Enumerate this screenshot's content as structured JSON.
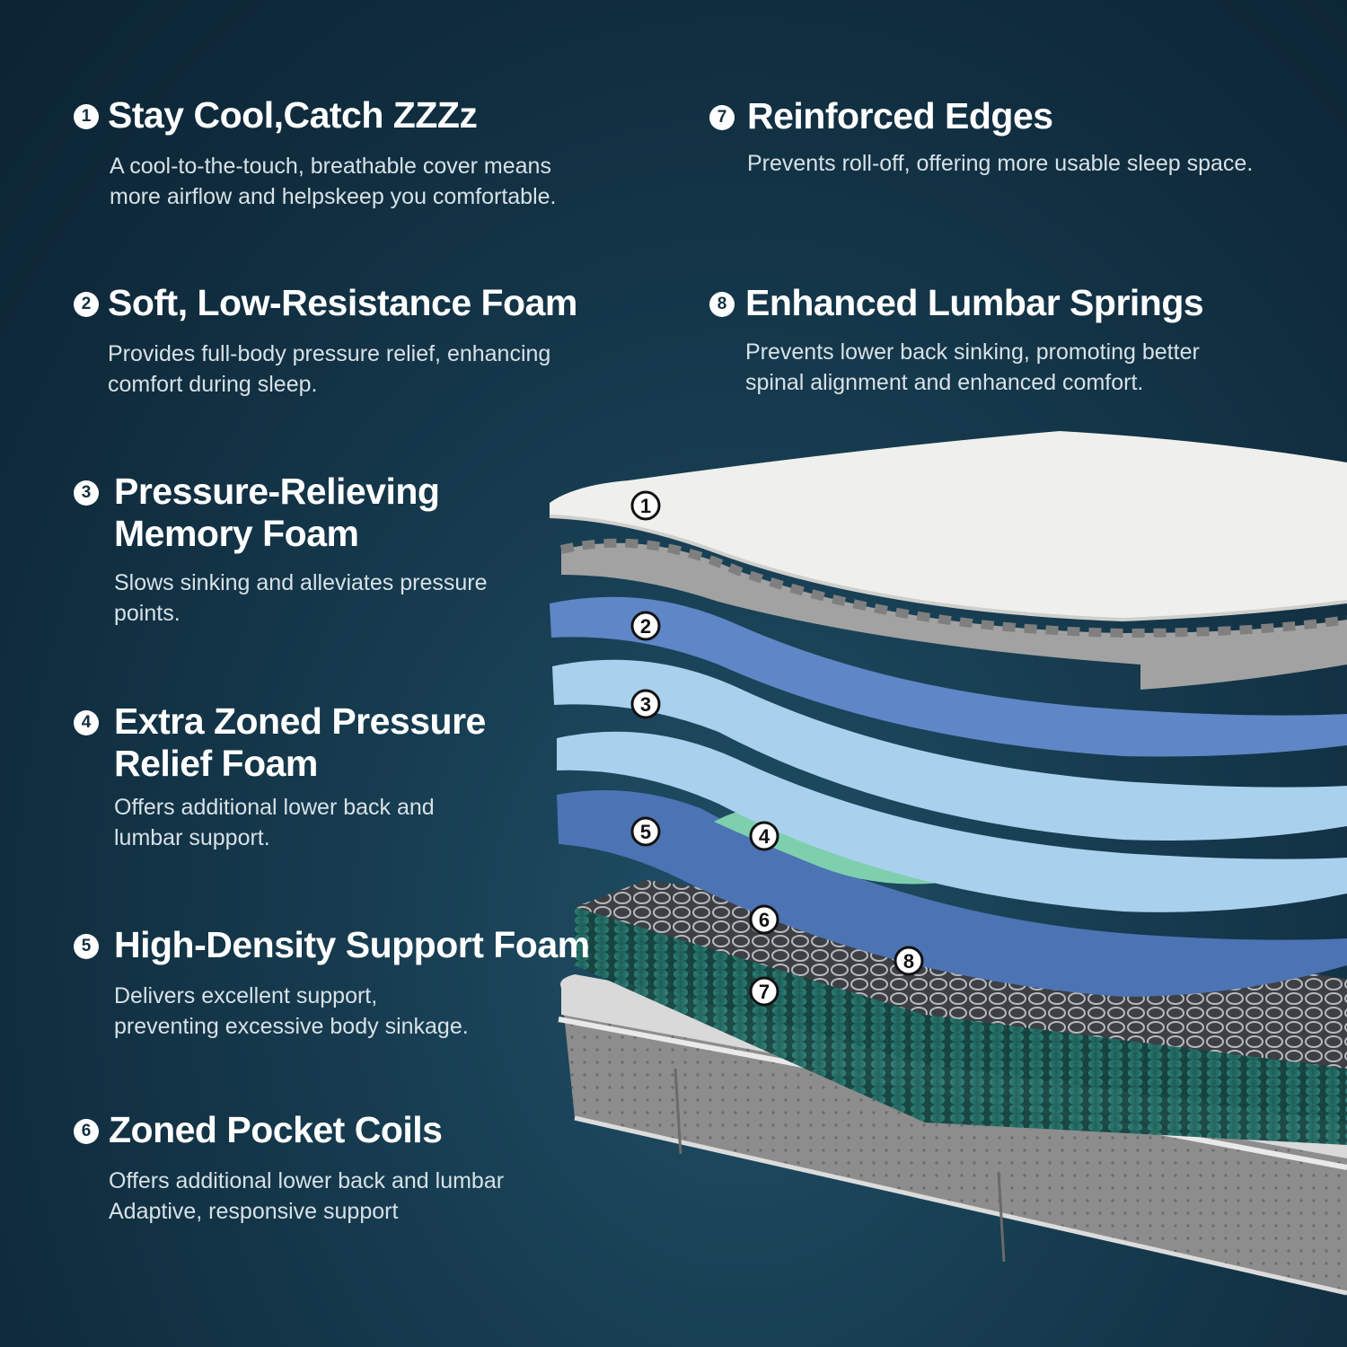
{
  "features": [
    {
      "num": "1",
      "title": "Stay Cool,Catch ZZZz",
      "desc_lines": [
        "A cool-to-the-touch, breathable cover means",
        "more airflow and helpskeep you comfortable."
      ]
    },
    {
      "num": "2",
      "title": "Soft, Low-Resistance Foam",
      "desc_lines": [
        "Provides full-body pressure relief, enhancing",
        "comfort during sleep."
      ]
    },
    {
      "num": "3",
      "title_lines": [
        "Pressure-Relieving",
        "Memory Foam"
      ],
      "desc_lines": [
        "Slows sinking and alleviates pressure",
        "points."
      ]
    },
    {
      "num": "4",
      "title_lines": [
        "Extra Zoned Pressure",
        "Relief Foam"
      ],
      "desc_lines": [
        "Offers additional lower back and",
        "lumbar support."
      ]
    },
    {
      "num": "5",
      "title": "High-Density Support Foam",
      "desc_lines": [
        "Delivers excellent support,",
        "preventing excessive body sinkage."
      ]
    },
    {
      "num": "6",
      "title": "Zoned Pocket Coils",
      "desc_lines": [
        "Offers additional lower back and lumbar",
        "Adaptive, responsive support"
      ]
    },
    {
      "num": "7",
      "title": "Reinforced Edges",
      "desc_lines": [
        "Prevents roll-off, offering more usable sleep space."
      ]
    },
    {
      "num": "8",
      "title": "Enhanced Lumbar Springs",
      "desc_lines": [
        "Prevents lower back sinking, promoting better",
        "spinal alignment and enhanced comfort."
      ]
    }
  ],
  "layer_markers": [
    "1",
    "2",
    "3",
    "5",
    "4",
    "6",
    "8",
    "7"
  ],
  "colors": {
    "background": "#12354a",
    "cover": "#eeeeec",
    "wave_foam": "#9a9a9a",
    "blue_foam": "#5f86c6",
    "memory_foam": "#a9d0ec",
    "zoned_foam": "#7ecfae",
    "support_foam": "#4c73b4",
    "coils": "#1f6b63",
    "edges": "#8a8a8a"
  }
}
